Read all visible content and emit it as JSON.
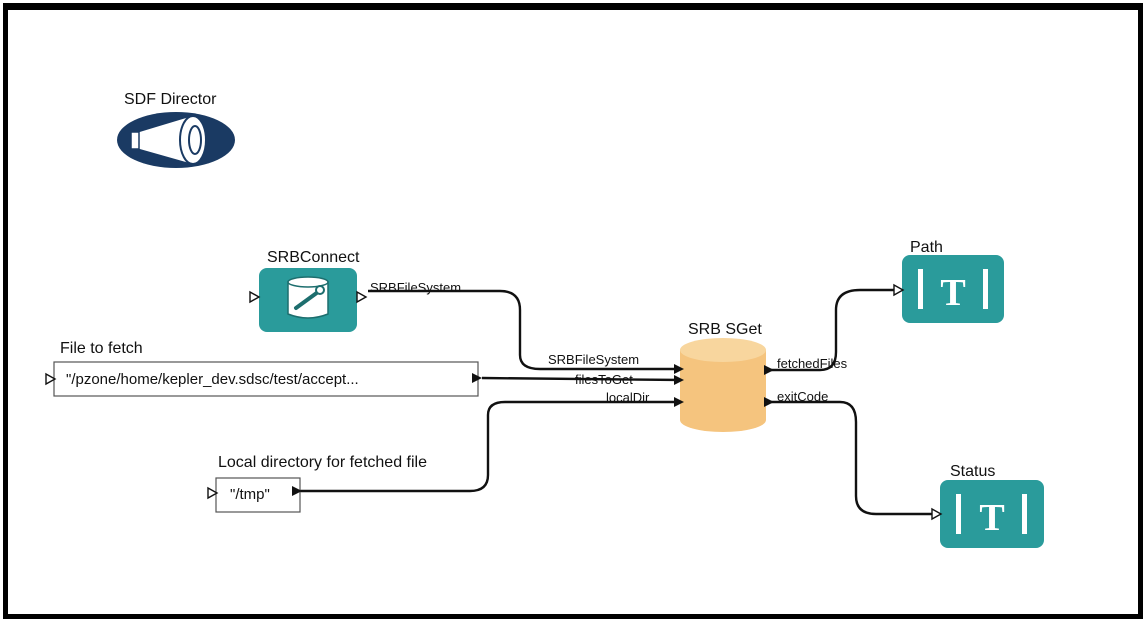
{
  "colors": {
    "director_fill": "#1a3a63",
    "actor_teal": "#2a9b9b",
    "sget_orange": "#f5c47e",
    "wire": "#111111",
    "param_border": "#555555"
  },
  "director": {
    "label": "SDF Director",
    "icon": "megaphone-icon"
  },
  "srb_connect": {
    "label": "SRBConnect",
    "icon": "database-wrench-icon",
    "output_port": "SRBFileSystem"
  },
  "file_param": {
    "label": "File to fetch",
    "value": "\"/pzone/home/kepler_dev.sdsc/test/accept..."
  },
  "dir_param": {
    "label": "Local directory for fetched file",
    "value": "\"/tmp\""
  },
  "sget": {
    "label": "SRB SGet",
    "icon": "cylinder-icon",
    "inputs": [
      "SRBFileSystem",
      "filesToGet",
      "localDir"
    ],
    "outputs": [
      "fetchedFiles",
      "exitCode"
    ]
  },
  "path_display": {
    "label": "Path",
    "icon": "text-display-icon",
    "glyph": "T"
  },
  "status_display": {
    "label": "Status",
    "icon": "text-display-icon",
    "glyph": "T"
  }
}
